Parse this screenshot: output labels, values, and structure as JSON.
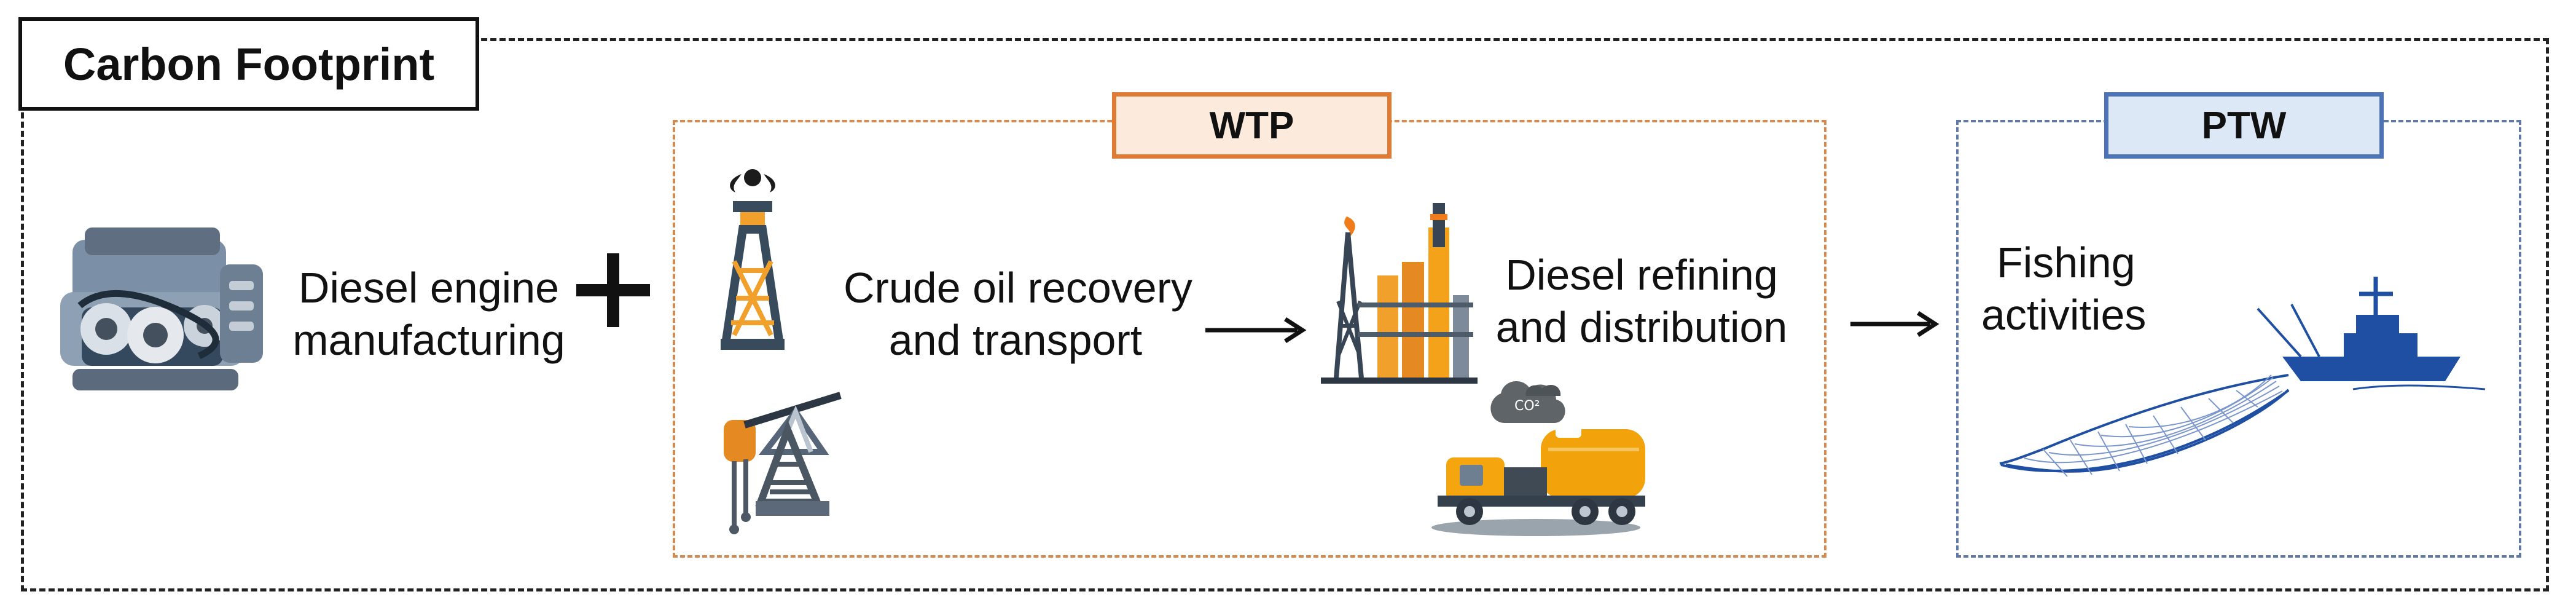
{
  "title": "Carbon Footprint",
  "sections": {
    "wtp": "WTP",
    "ptw": "PTW"
  },
  "steps": {
    "engine": {
      "line1": "Diesel engine",
      "line2": "manufacturing",
      "icon": "diesel-engine-icon"
    },
    "crude": {
      "line1": "Crude oil recovery",
      "line2": "and transport",
      "icons": [
        "oil-derrick-icon",
        "pumpjack-icon"
      ]
    },
    "refining": {
      "line1": "Diesel refining",
      "line2": "and distribution",
      "icons": [
        "refinery-icon",
        "fuel-tanker-truck-icon"
      ],
      "co2_label": "CO²"
    },
    "fishing": {
      "line1": "Fishing",
      "line2": "activities",
      "icon": "fishing-boat-net-icon"
    }
  },
  "operators": {
    "plus": "plus-sign",
    "arrows": [
      "arrow-right",
      "arrow-right"
    ]
  },
  "colors": {
    "wtp_border": "#d7894d",
    "wtp_tag_border": "#e07b35",
    "wtp_tag_fill": "#fcebdc",
    "ptw_border": "#5f78a7",
    "ptw_tag_border": "#4d73b7",
    "ptw_tag_fill": "#dde8f7",
    "boat": "#1f4fa3",
    "oil": "#e58a22"
  }
}
